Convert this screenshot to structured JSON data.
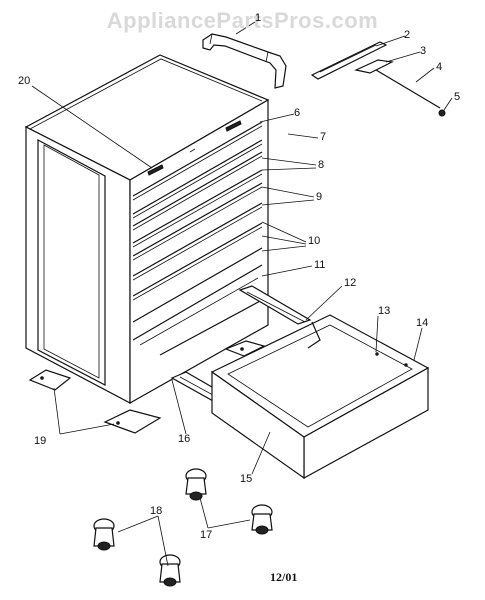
{
  "watermark": "AppliancePartsPros.com",
  "callouts": [
    {
      "id": "c1",
      "text": "1"
    },
    {
      "id": "c2",
      "text": "2"
    },
    {
      "id": "c3",
      "text": "3"
    },
    {
      "id": "c4",
      "text": "4"
    },
    {
      "id": "c5",
      "text": "5"
    },
    {
      "id": "c6",
      "text": "6"
    },
    {
      "id": "c7",
      "text": "7"
    },
    {
      "id": "c8",
      "text": "8"
    },
    {
      "id": "c9",
      "text": "9"
    },
    {
      "id": "c10",
      "text": "10"
    },
    {
      "id": "c11",
      "text": "11"
    },
    {
      "id": "c12",
      "text": "12"
    },
    {
      "id": "c13",
      "text": "13"
    },
    {
      "id": "c14",
      "text": "14"
    },
    {
      "id": "c15",
      "text": "15"
    },
    {
      "id": "c16",
      "text": "16"
    },
    {
      "id": "c17",
      "text": "17"
    },
    {
      "id": "c18",
      "text": "18"
    },
    {
      "id": "c19",
      "text": "19"
    },
    {
      "id": "c20",
      "text": "20"
    }
  ],
  "date_code": "12/01"
}
